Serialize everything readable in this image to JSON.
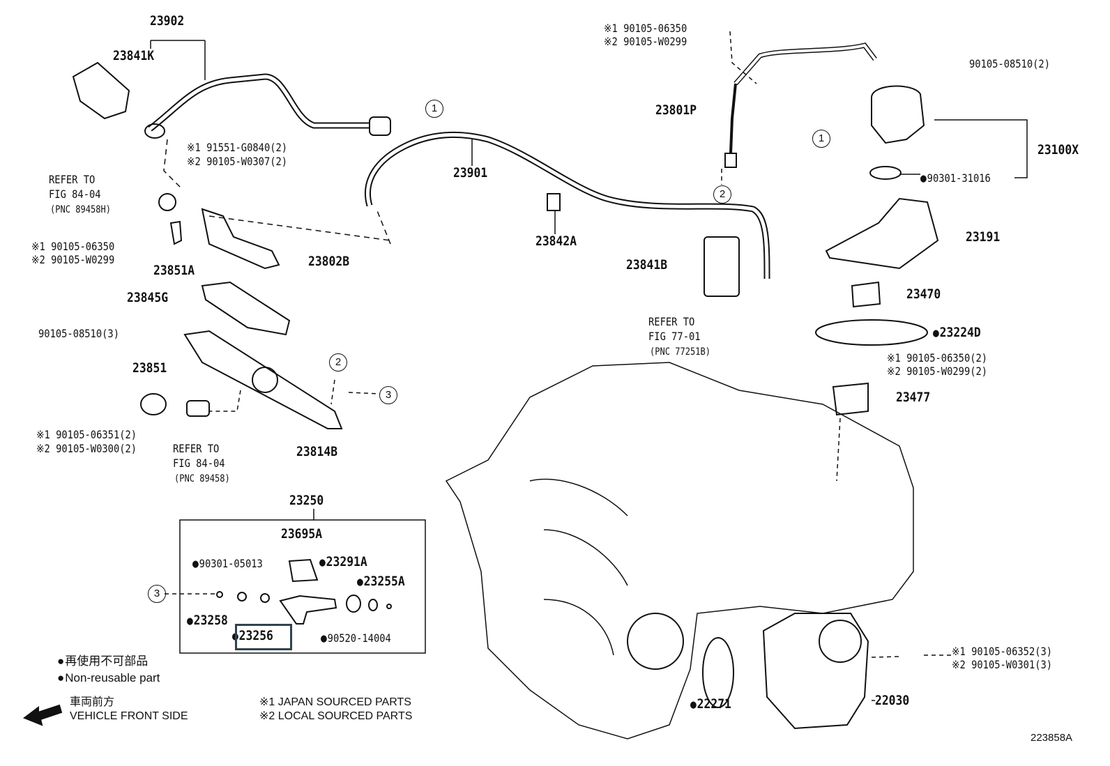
{
  "diagram": {
    "figure_id": "223858A",
    "highlighted_part": "23256",
    "colors": {
      "line": "#111111",
      "highlight": "#2f4450"
    },
    "parts": {
      "p23902": "23902",
      "p23841K": "23841K",
      "p23901": "23901",
      "bolt_a1": "※1 91551-G0840(2)",
      "bolt_a2": "※2 90105-W0307(2)",
      "refer1": [
        "REFER TO",
        "FIG 84-04",
        "(PNC 89458H)"
      ],
      "bolt_b1": "※1 90105-06350",
      "bolt_b2": "※2 90105-W0299",
      "p23851A": "23851A",
      "p23802B": "23802B",
      "p23842A": "23842A",
      "p23845G": "23845G",
      "bolt_c": "90105-08510(3)",
      "p23851": "23851",
      "bolt_d1": "※1 90105-06351(2)",
      "bolt_d2": "※2 90105-W0300(2)",
      "refer2": [
        "REFER TO",
        "FIG 84-04",
        "(PNC 89458)"
      ],
      "p23814B": "23814B",
      "p23250": "23250",
      "p23695A": "23695A",
      "p90301_05013": "90301-05013",
      "p23291A": "23291A",
      "p23255A": "23255A",
      "p23258": "23258",
      "p23256": "23256",
      "p90520_14004": "90520-14004",
      "bolt_e1": "※1 90105-06350",
      "bolt_e2": "※2 90105-W0299",
      "bolt_f": "90105-08510(2)",
      "p23801P": "23801P",
      "p23100X": "23100X",
      "p90301_31016": "90301-31016",
      "p23191": "23191",
      "p23841B": "23841B",
      "p23470": "23470",
      "refer3": [
        "REFER TO",
        "FIG 77-01",
        "(PNC 77251B)"
      ],
      "p23224D": "23224D",
      "bolt_g1": "※1 90105-06350(2)",
      "bolt_g2": "※2 90105-W0299(2)",
      "p23477": "23477",
      "bolt_h1": "※1 90105-06352(3)",
      "bolt_h2": "※2 90105-W0301(3)",
      "p22030": "22030",
      "p22271": "22271"
    },
    "connectors": [
      "1",
      "2",
      "3"
    ],
    "legend": {
      "nonreusable_jp": "再使用不可部品",
      "nonreusable_en": "Non-reusable part",
      "front_jp": "車両前方",
      "front_en": "VEHICLE FRONT SIDE",
      "note1": "※1  JAPAN SOURCED PARTS",
      "note2": "※2  LOCAL SOURCED PARTS"
    }
  }
}
